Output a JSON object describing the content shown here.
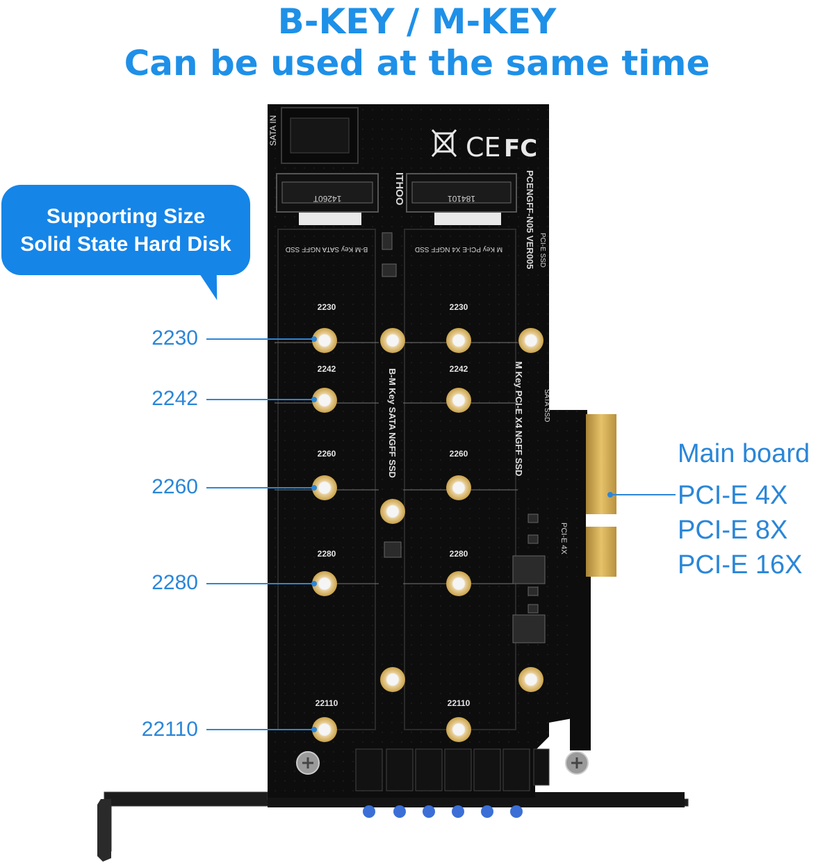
{
  "headline": {
    "line1": "B-KEY / M-KEY",
    "line2": "Can be used at the same time"
  },
  "bubble": {
    "line1": "Supporting Size",
    "line2": "Solid State Hard Disk"
  },
  "size_callouts": [
    "2230",
    "2242",
    "2260",
    "2280",
    "22110"
  ],
  "mainboard": {
    "title": "Main board",
    "slots": [
      "PCI-E 4X",
      "PCI-E 8X",
      "PCI-E 16X"
    ]
  },
  "board_text": {
    "sata_in": "SATA IN",
    "brand": "ITHOO",
    "model": "PCENGFF-N05 VER005",
    "left_slot": "B-M Key SATA NGFF SSD",
    "right_slot": "M Key PCI-E X4 NGFF SSD",
    "left_label_long": "B-M Key SATA NGFF SSD",
    "right_label_long": "M Key PCI-E X4 NGFF SSD",
    "pcie_4x": "PCI-E 4X",
    "pcie_ssd": "PCI-E SSD",
    "sata_ssd": "SATA SSD",
    "ce": "CE",
    "fc": "FC",
    "conn_left_code": "14260T",
    "conn_right_code": "184101",
    "silk_sizes": [
      "2230",
      "2242",
      "2260",
      "2280",
      "22110"
    ]
  },
  "colors": {
    "accent": "#1e90e8",
    "callout_text": "#2a86d8",
    "pcb": "#0d0d0d",
    "gold_contact": "#c9a24a",
    "led": "#3b6fd6"
  }
}
